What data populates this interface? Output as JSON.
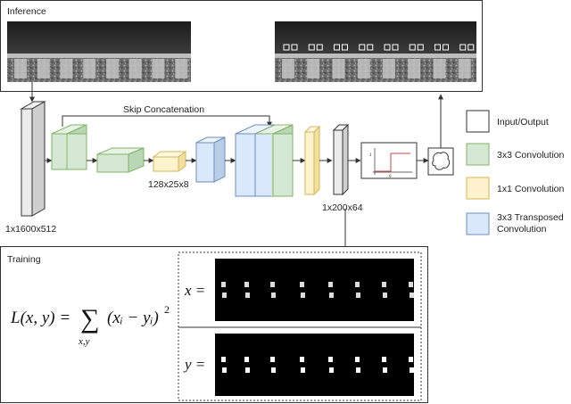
{
  "sections": {
    "inference": "Inference",
    "training": "Training"
  },
  "labels": {
    "skip": "Skip Concatenation",
    "input_dim": "1x1600x512",
    "mid_dim": "128x25x8",
    "out_dim": "1x200x64"
  },
  "legend": [
    {
      "label": "Input/Output",
      "color": "#ffffff"
    },
    {
      "label": "3x3 Convolution",
      "color": "#d5e8d4"
    },
    {
      "label": "1x1 Convolution",
      "color": "#fff2cc"
    },
    {
      "label": "3x3 Transposed",
      "label2": "Convolution",
      "color": "#dae8fc"
    }
  ],
  "formula": {
    "lhs": "L(x, y) =",
    "sum": "∑",
    "sub": "x,y",
    "body": "(xᵢ − yᵢ)",
    "exp": "2"
  },
  "training_rows": [
    {
      "var": "x =",
      "glyph": "x",
      "eq": "="
    },
    {
      "var": "y =",
      "glyph": "y",
      "eq": "="
    }
  ],
  "plot": {
    "y_mark": "1",
    "x_mark": "0"
  },
  "colors": {
    "green_fill": "#d5e8d4",
    "green_stroke": "#82b366",
    "yellow_fill": "#fff2cc",
    "yellow_stroke": "#d6b656",
    "blue_fill": "#dae8fc",
    "blue_stroke": "#6c8ebf",
    "grey_fill": "#e6e6e6",
    "line": "#333333"
  }
}
